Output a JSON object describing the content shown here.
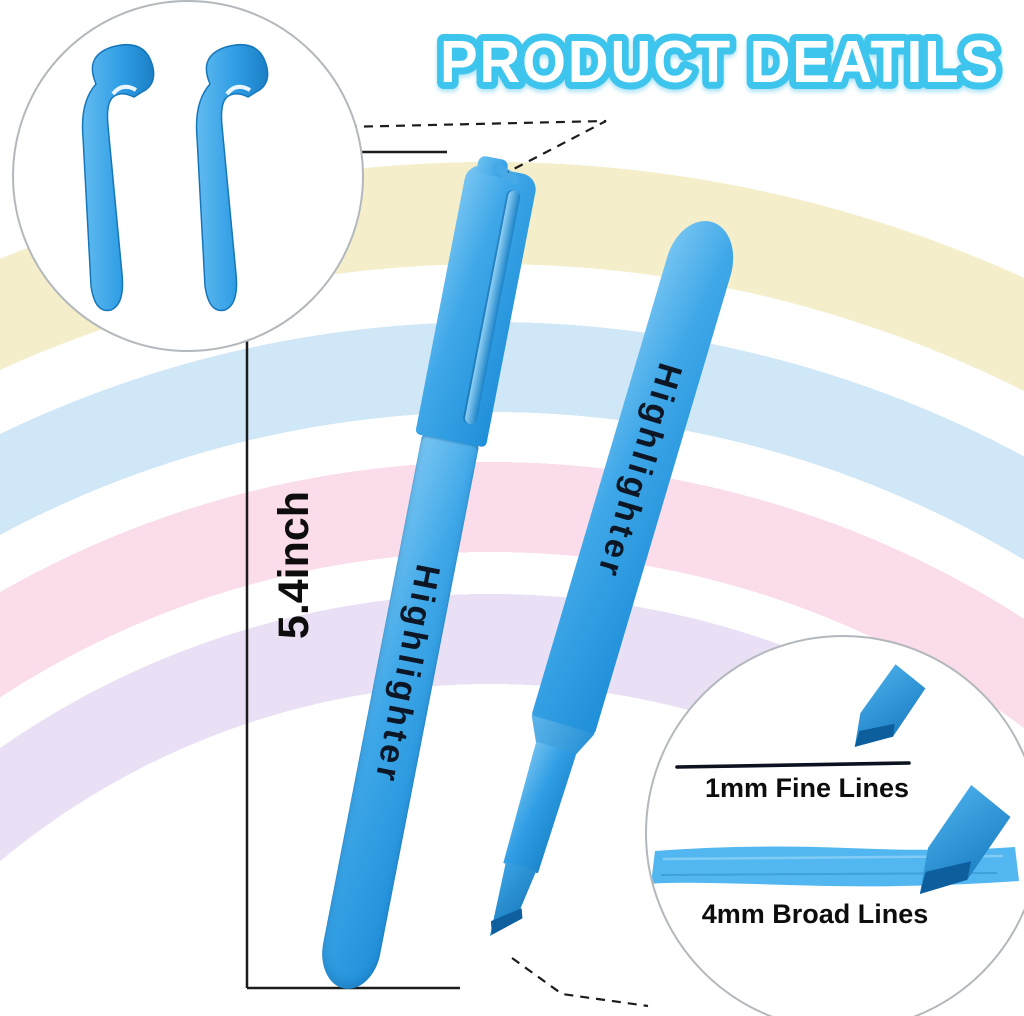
{
  "title": {
    "text": "PRODUCT DEATILS"
  },
  "measurement": {
    "label": "5.4inch"
  },
  "pens": {
    "capped": {
      "label": "Highlighter"
    },
    "uncapped": {
      "label": "Highlighter"
    }
  },
  "tip_detail": {
    "fine_label": "1mm Fine Lines",
    "broad_label": "4mm Broad Lines"
  },
  "colors": {
    "pen_blue": "#2f9de4",
    "pen_blue_light": "#79c6f2",
    "pen_blue_dark": "#1b7fc6",
    "tip_face_blue": "#0c5f9c",
    "highlight_stroke": "#49b3ef",
    "title_fill": "#ffffff",
    "title_outline": "#3dc5ed",
    "arc_yellow": "#f5eecb",
    "arc_blue": "#cfe7f7",
    "arc_pink": "#fbdcea",
    "arc_purple": "#e9e0f5",
    "annotation_line": "#1c1c1c"
  },
  "icons": {
    "pen-clip-icon": "blue hook-and-blade svg path",
    "chisel-tip-icon": "angled chisel polygon",
    "fine-line-stroke": "thin dark svg line",
    "broad-line-stroke": "thick blue marker band"
  }
}
